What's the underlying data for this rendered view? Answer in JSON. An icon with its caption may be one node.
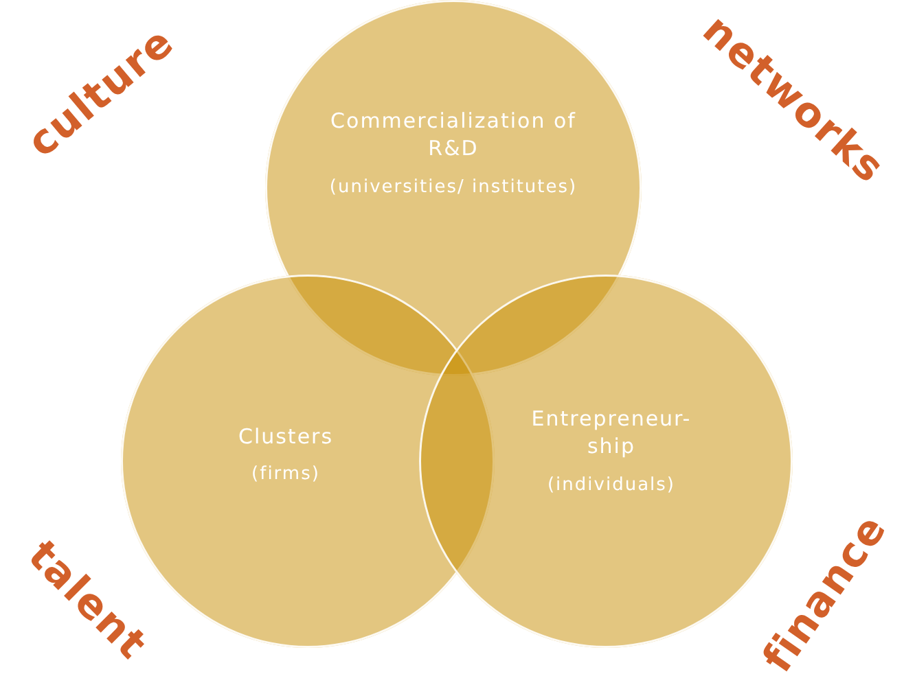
{
  "diagram": {
    "nodes": [
      {
        "text": [
          "Commercialization of R&D",
          "(universities/ institutes)"
        ]
      },
      {
        "text": [
          "Clusters",
          "(firms)"
        ]
      },
      {
        "text": [
          "Entrepreneur- ship",
          "(individuals)"
        ]
      }
    ],
    "edges": [],
    "labels": [
      "culture",
      "networks",
      "talent",
      "finance"
    ]
  }
}
